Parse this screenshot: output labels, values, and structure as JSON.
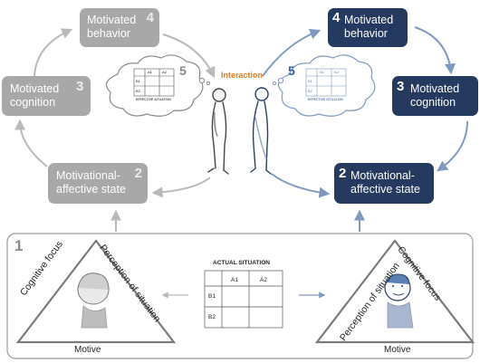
{
  "colors": {
    "gray_box": "#a8a8a8",
    "navy_box": "#243a5e",
    "gray_arrow": "#b9b9b9",
    "blue_arrow": "#7f9ac0",
    "interaction": "#e07b1a"
  },
  "left_cycle": {
    "behavior": {
      "number": "4",
      "text": "Motivated behavior"
    },
    "cognition": {
      "number": "3",
      "text": "Motivated cognition"
    },
    "state": {
      "number": "2",
      "text": "Motivational-affective state"
    }
  },
  "right_cycle": {
    "behavior": {
      "number": "4",
      "text": "Motivated behavior"
    },
    "cognition": {
      "number": "3",
      "text": "Motivated cognition"
    },
    "state": {
      "number": "2",
      "text": "Motivational-affective state"
    }
  },
  "interaction": {
    "label": "Interaction",
    "left_bubble": {
      "number": "5",
      "caption": "EFFECTIVE SITUATION",
      "col1": "A1",
      "col2": "A2",
      "row1": "B1",
      "row2": "B2"
    },
    "right_bubble": {
      "number": "5",
      "caption": "EFFECTIVE SITUATION",
      "col1": "A1",
      "col2": "A2",
      "row1": "B1",
      "row2": "B2"
    }
  },
  "bottom_panel": {
    "number": "1",
    "left_triangle": {
      "left_side": "Cognitive focus",
      "right_side": "Perception of situation",
      "base": "Motive"
    },
    "right_triangle": {
      "left_side": "Perception of situation",
      "right_side": "Cognitive focus",
      "base": "Motive"
    },
    "table": {
      "title": "ACTUAL SITUATION",
      "col1": "A1",
      "col2": "A2",
      "row1": "B1",
      "row2": "B2"
    }
  }
}
